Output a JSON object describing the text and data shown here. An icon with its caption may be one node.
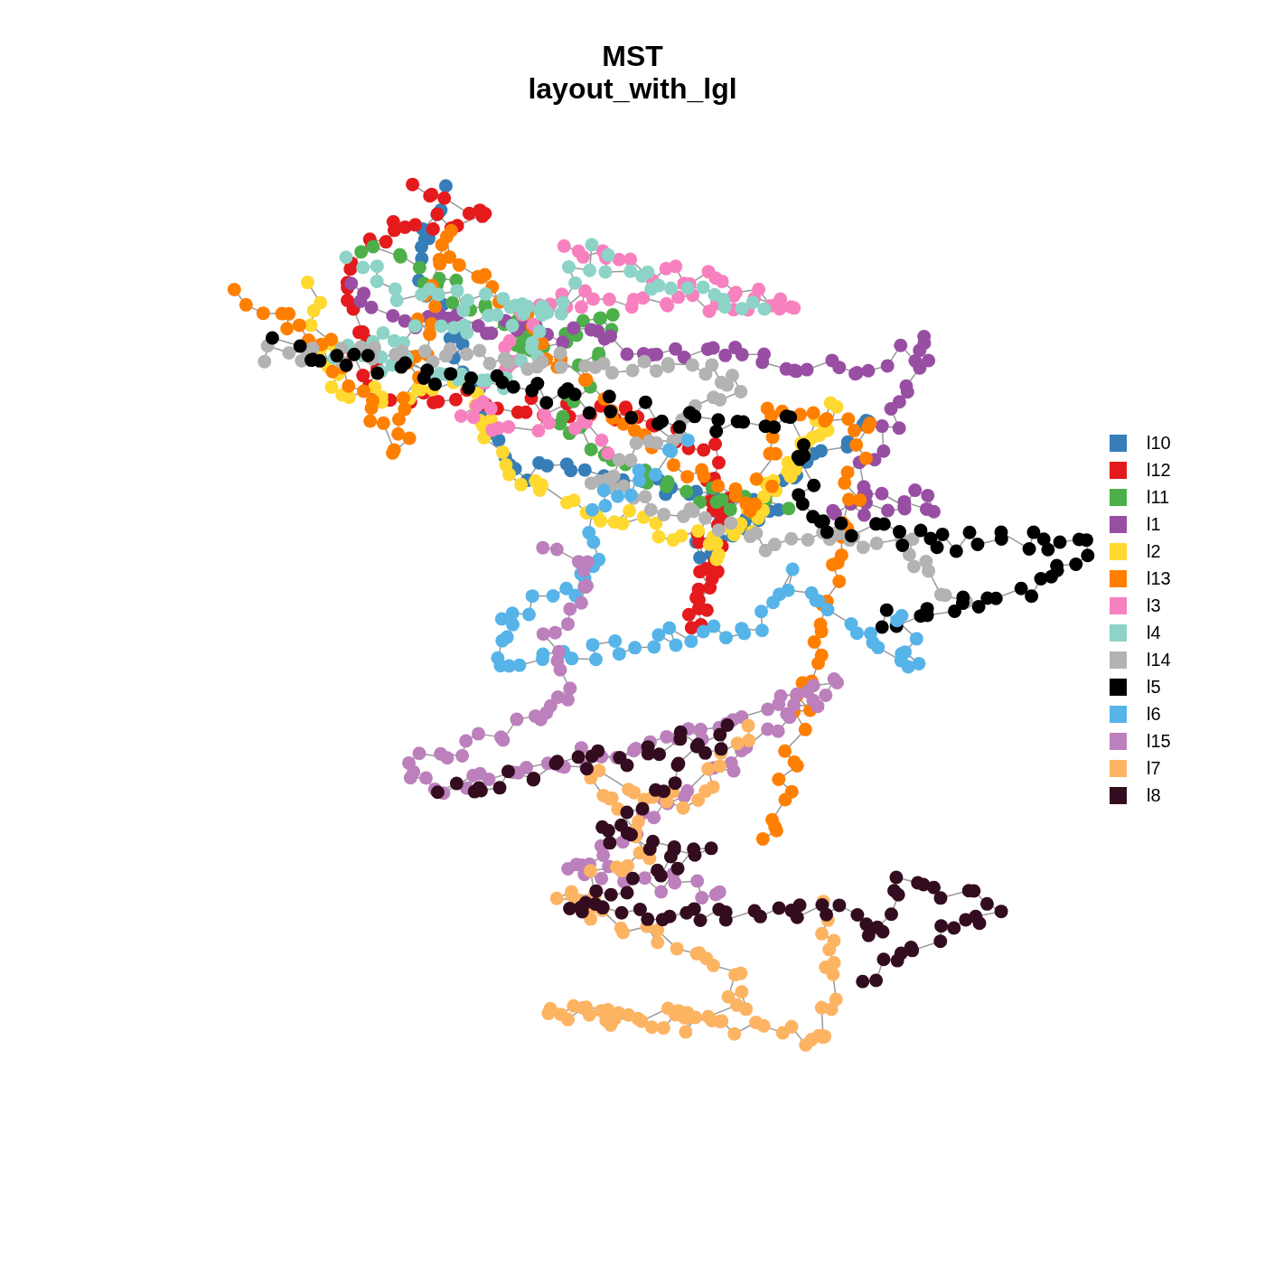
{
  "diagram": {
    "title": "MST layout_with_lgl",
    "legend": [
      {
        "text": "l10",
        "color": "#377eb8"
      },
      {
        "text": "l12",
        "color": "#e41a1c"
      },
      {
        "text": "l11",
        "color": "#4daf4a"
      },
      {
        "text": "l1",
        "color": "#984ea3"
      },
      {
        "text": "l2",
        "color": "#ffd92f"
      },
      {
        "text": "l13",
        "color": "#ff7f00"
      },
      {
        "text": "l3",
        "color": "#f781bf"
      },
      {
        "text": "l4",
        "color": "#8dd3c7"
      },
      {
        "text": "l14",
        "color": "#b3b3b3"
      },
      {
        "text": "l5",
        "color": "#000000"
      },
      {
        "text": "l6",
        "color": "#56b4e9"
      },
      {
        "text": "l15",
        "color": "#bc80bd"
      },
      {
        "text": "l7",
        "color": "#fdb462"
      },
      {
        "text": "l8",
        "color": "#330d1f"
      }
    ]
  }
}
